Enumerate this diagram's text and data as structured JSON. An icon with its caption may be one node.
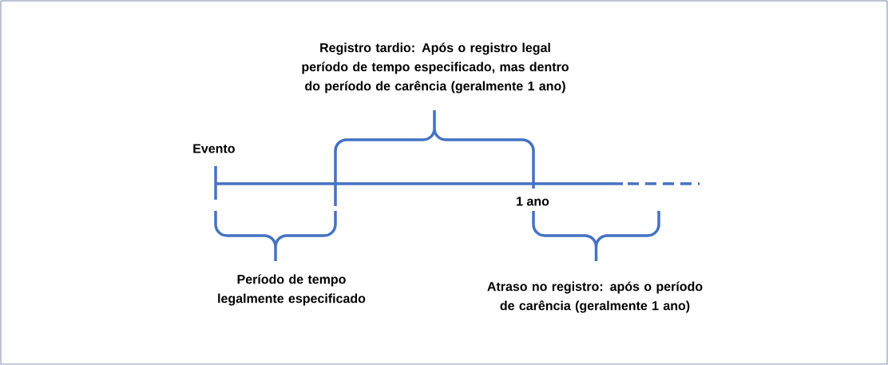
{
  "diagram": {
    "labels": [
      "Registro tardio: Após o registro legal período de tempo especificado, mas dentro do período de carência (geralmente 1 ano)",
      "Evento",
      "1 ano",
      "Período de tempo legalmente especificado",
      "Atraso no registro: após o período de carência (geralmente 1 ano)"
    ]
  }
}
